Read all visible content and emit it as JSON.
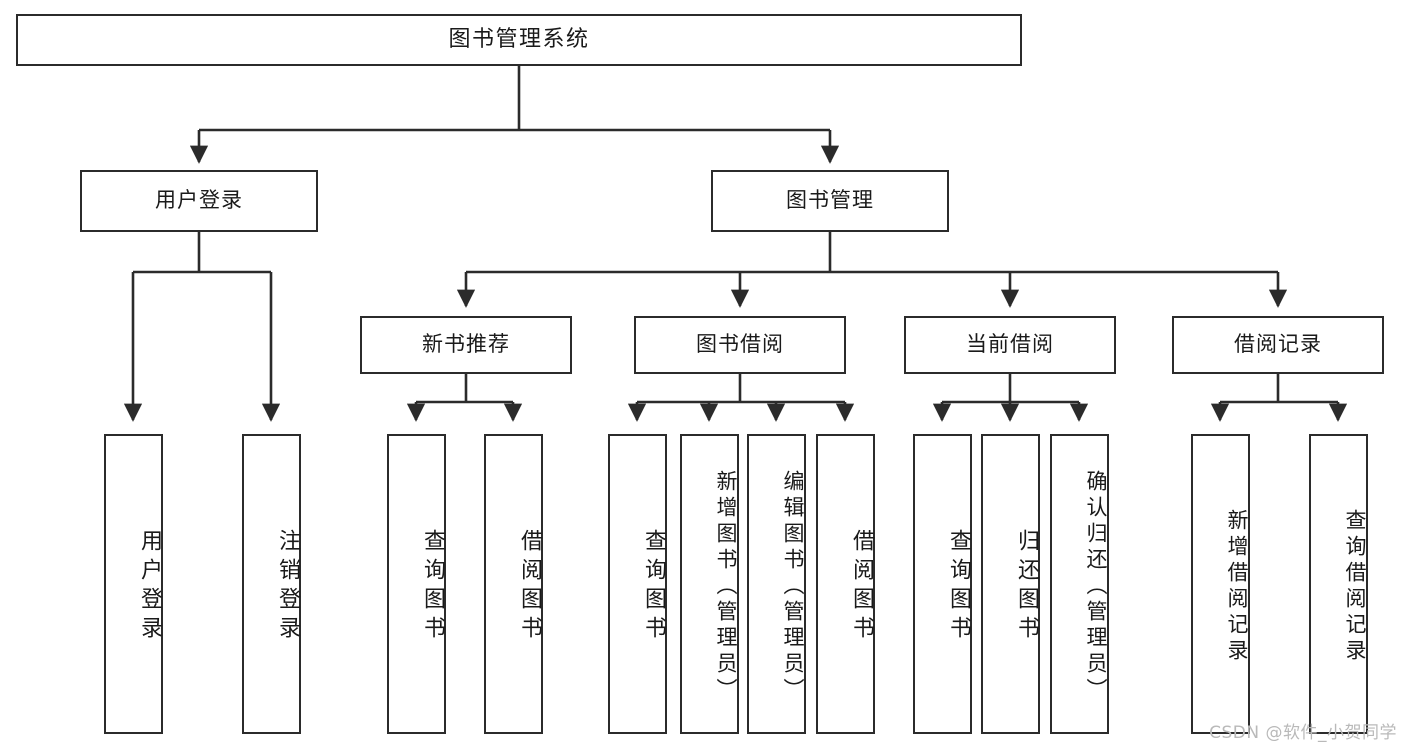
{
  "diagram": {
    "title": "图书管理系统",
    "type": "tree",
    "watermark": "CSDN @软件_小贺同学",
    "colors": {
      "box_border": "#2b2b2b",
      "box_fill": "#ffffff",
      "connector": "#2b2b2b",
      "text": "#1a1a1a",
      "watermark": "#b9b9b9",
      "background": "#ffffff"
    }
  },
  "nodes": {
    "root": {
      "label": "图书管理系统"
    },
    "level2": [
      {
        "label": "用户登录"
      },
      {
        "label": "图书管理"
      }
    ],
    "level3": [
      {
        "label": "新书推荐"
      },
      {
        "label": "图书借阅"
      },
      {
        "label": "当前借阅"
      },
      {
        "label": "借阅记录"
      }
    ],
    "leaves": {
      "user_login": [
        {
          "label": "用户登录"
        },
        {
          "label": "注销登录"
        }
      ],
      "new_book_recommend": [
        {
          "label": "查询图书"
        },
        {
          "label": "借阅图书"
        }
      ],
      "book_borrow": [
        {
          "label": "查询图书"
        },
        {
          "label": "新增图书（管理员）"
        },
        {
          "label": "编辑图书（管理员）"
        },
        {
          "label": "借阅图书"
        }
      ],
      "current_borrow": [
        {
          "label": "查询图书"
        },
        {
          "label": "归还图书"
        },
        {
          "label": "确认归还（管理员）"
        }
      ],
      "borrow_record": [
        {
          "label": "新增借阅记录"
        },
        {
          "label": "查询借阅记录"
        }
      ]
    }
  },
  "chart_data": {
    "type": "tree",
    "title": "图书管理系统",
    "hierarchy": [
      {
        "name": "图书管理系统",
        "children": [
          {
            "name": "用户登录",
            "children": [
              {
                "name": "用户登录"
              },
              {
                "name": "注销登录"
              }
            ]
          },
          {
            "name": "图书管理",
            "children": [
              {
                "name": "新书推荐",
                "children": [
                  {
                    "name": "查询图书"
                  },
                  {
                    "name": "借阅图书"
                  }
                ]
              },
              {
                "name": "图书借阅",
                "children": [
                  {
                    "name": "查询图书"
                  },
                  {
                    "name": "新增图书（管理员）"
                  },
                  {
                    "name": "编辑图书（管理员）"
                  },
                  {
                    "name": "借阅图书"
                  }
                ]
              },
              {
                "name": "当前借阅",
                "children": [
                  {
                    "name": "查询图书"
                  },
                  {
                    "name": "归还图书"
                  },
                  {
                    "name": "确认归还（管理员）"
                  }
                ]
              },
              {
                "name": "借阅记录",
                "children": [
                  {
                    "name": "新增借阅记录"
                  },
                  {
                    "name": "查询借阅记录"
                  }
                ]
              }
            ]
          }
        ]
      }
    ]
  }
}
